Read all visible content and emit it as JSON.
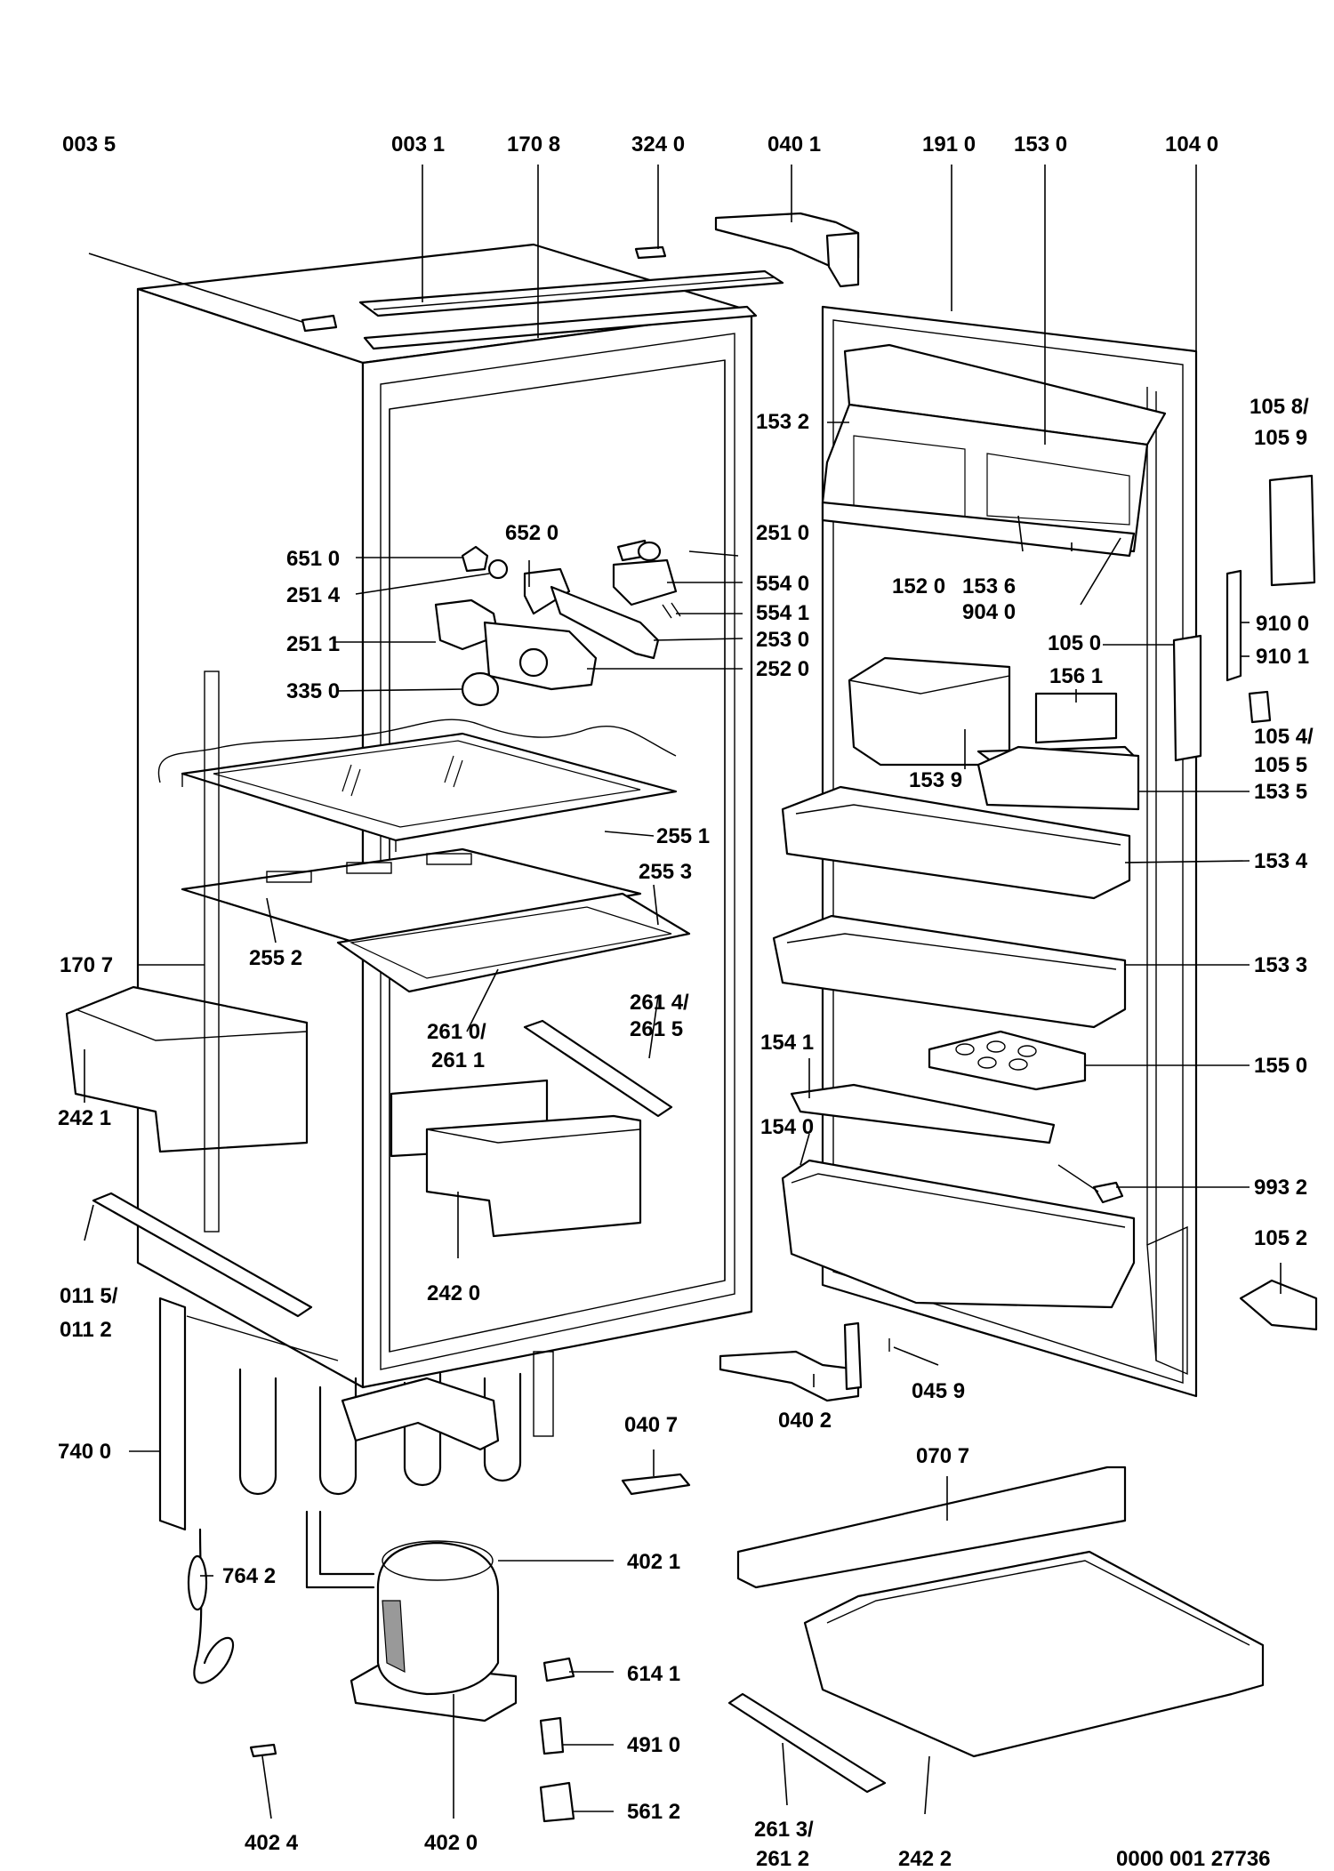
{
  "drawing_number": "0000 001 27736",
  "labels": {
    "l0035": "003 5",
    "l0031": "003 1",
    "l1708": "170 8",
    "l3240": "324 0",
    "l0401": "040 1",
    "l1910": "191 0",
    "l1530": "153 0",
    "l1040": "104 0",
    "l1058": "105 8/",
    "l1059": "105 9",
    "l1532": "153 2",
    "l6520": "652 0",
    "l2510": "251 0",
    "l6510": "651 0",
    "l2514": "251 4",
    "l5540": "554 0",
    "l5541": "554 1",
    "l2511": "251 1",
    "l2530": "253 0",
    "l3350": "335 0",
    "l2520": "252 0",
    "l1520": "152 0",
    "l1536": "153 6",
    "l9040": "904 0",
    "l9100": "910 0",
    "l1050": "105 0",
    "l9101": "910 1",
    "l1561": "156 1",
    "l1054": "105 4/",
    "l1055": "105 5",
    "l1539": "153 9",
    "l1535": "153 5",
    "l2551": "255 1",
    "l1534": "153 4",
    "l2553": "255 3",
    "l1707": "170 7",
    "l2552": "255 2",
    "l1533": "153 3",
    "l2614": "261 4/",
    "l2615": "261 5",
    "l2610": "261 0/",
    "l2611": "261 1",
    "l1541": "154 1",
    "l1550": "155 0",
    "l2421": "242 1",
    "l1540": "154 0",
    "l9932": "993 2",
    "l1052": "105 2",
    "l0115": "011 5/",
    "l0112": "011 2",
    "l2420": "242 0",
    "l0459": "045 9",
    "l0402": "040 2",
    "l7400": "740 0",
    "l0407": "040 7",
    "l0707": "070 7",
    "l4021": "402 1",
    "l7642": "764 2",
    "l6141": "614 1",
    "l4910": "491 0",
    "l5612": "561 2",
    "l4024": "402 4",
    "l4020": "402 0",
    "l2613": "261 3/",
    "l2612": "261 2",
    "l2422": "242 2"
  }
}
